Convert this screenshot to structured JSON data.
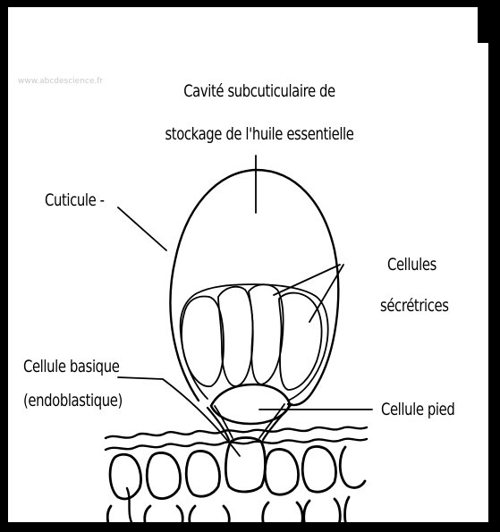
{
  "labels": {
    "cavity_line1": "Cavité subcuticulaire de",
    "cavity_line2": "stockage de l'huile essentielle",
    "cuticle": "Cuticule -",
    "secretory_line1": "Cellules",
    "secretory_line2": "sécrétrices",
    "basal_line1": "Cellule basique",
    "basal_line2": "(endoblastique)",
    "foot": "Cellule pied"
  },
  "watermark": "www.abcdescience.fr",
  "colors": {
    "ink": "#000000",
    "paper": "#ffffff",
    "faint": "#c9c9c9"
  }
}
